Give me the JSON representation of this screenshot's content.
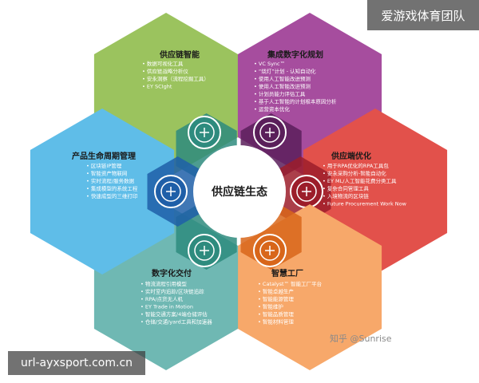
{
  "center_title": "供应链生态",
  "segments": [
    {
      "id": "supply-chain-intelligence",
      "title": "供应链智能",
      "color": "#9bc35e",
      "dark": "#2e8b7e",
      "icon": "chain-link-icon",
      "items": [
        "数据可视化工具",
        "供应链战略分析仪",
        "安永洞察（流程挖掘工具）",
        "EY SCIght"
      ]
    },
    {
      "id": "integrated-digital-planning",
      "title": "集成数字化规划",
      "color": "#a64d9e",
      "dark": "#5a1f5a",
      "icon": "clipboard-checklist-icon",
      "items": [
        "VC Sync™",
        "“烧灯”计划 - 认知自动化",
        "使用人工智能改进预测",
        "使用人工智能改进预测",
        "计划员能力评估工具",
        "基于人工智能的计划根本原因分析",
        "运营资本优化"
      ]
    },
    {
      "id": "procurement-optimization",
      "title": "供应端优化",
      "color": "#e2514b",
      "dark": "#9c1d2a",
      "icon": "shopping-cart-icon",
      "items": [
        "用于RPA优化的RPA工具包",
        "安永采购分析-智能自动化",
        "EY ML/人工智能花费分类工具",
        "复杂合同管理工具",
        "入境物流的区块链",
        "Future Procurement Work Now"
      ]
    },
    {
      "id": "smart-factory",
      "title": "智慧工厂",
      "color": "#f7a86a",
      "dark": "#d8661a",
      "icon": "factory-icon",
      "items": [
        "Catalyst™ 智能工厂平台",
        "智能卓越生产",
        "智能能源管理",
        "智能维护",
        "智能品质管理",
        "智能材料管理"
      ]
    },
    {
      "id": "digital-delivery",
      "title": "数字化交付",
      "color": "#6fb8b3",
      "dark": "#2e8b7e",
      "icon": "delivery-robot-icon",
      "items": [
        "物流流程引用模型",
        "实时室内追踪/区块链追踪",
        "RPA/点货无人机",
        "EY Trade in Motion",
        "智能交通方案/4端仓储评估",
        "仓储/交通/yard工具和加速器"
      ]
    },
    {
      "id": "product-lifecycle-management",
      "title": "产品生命周期管理",
      "color": "#5fbde8",
      "dark": "#1f5fa8",
      "icon": "atom-icon",
      "items": [
        "区块链IP管理",
        "智能资产物联网",
        "实时流程/服务数据",
        "集成模型的系统工程",
        "快速成型的三维打印"
      ]
    }
  ],
  "watermark_top": "爱游戏体育团队",
  "watermark_bottom": "url-ayxsport.com.cn",
  "credit": "知乎 @Sunrise"
}
